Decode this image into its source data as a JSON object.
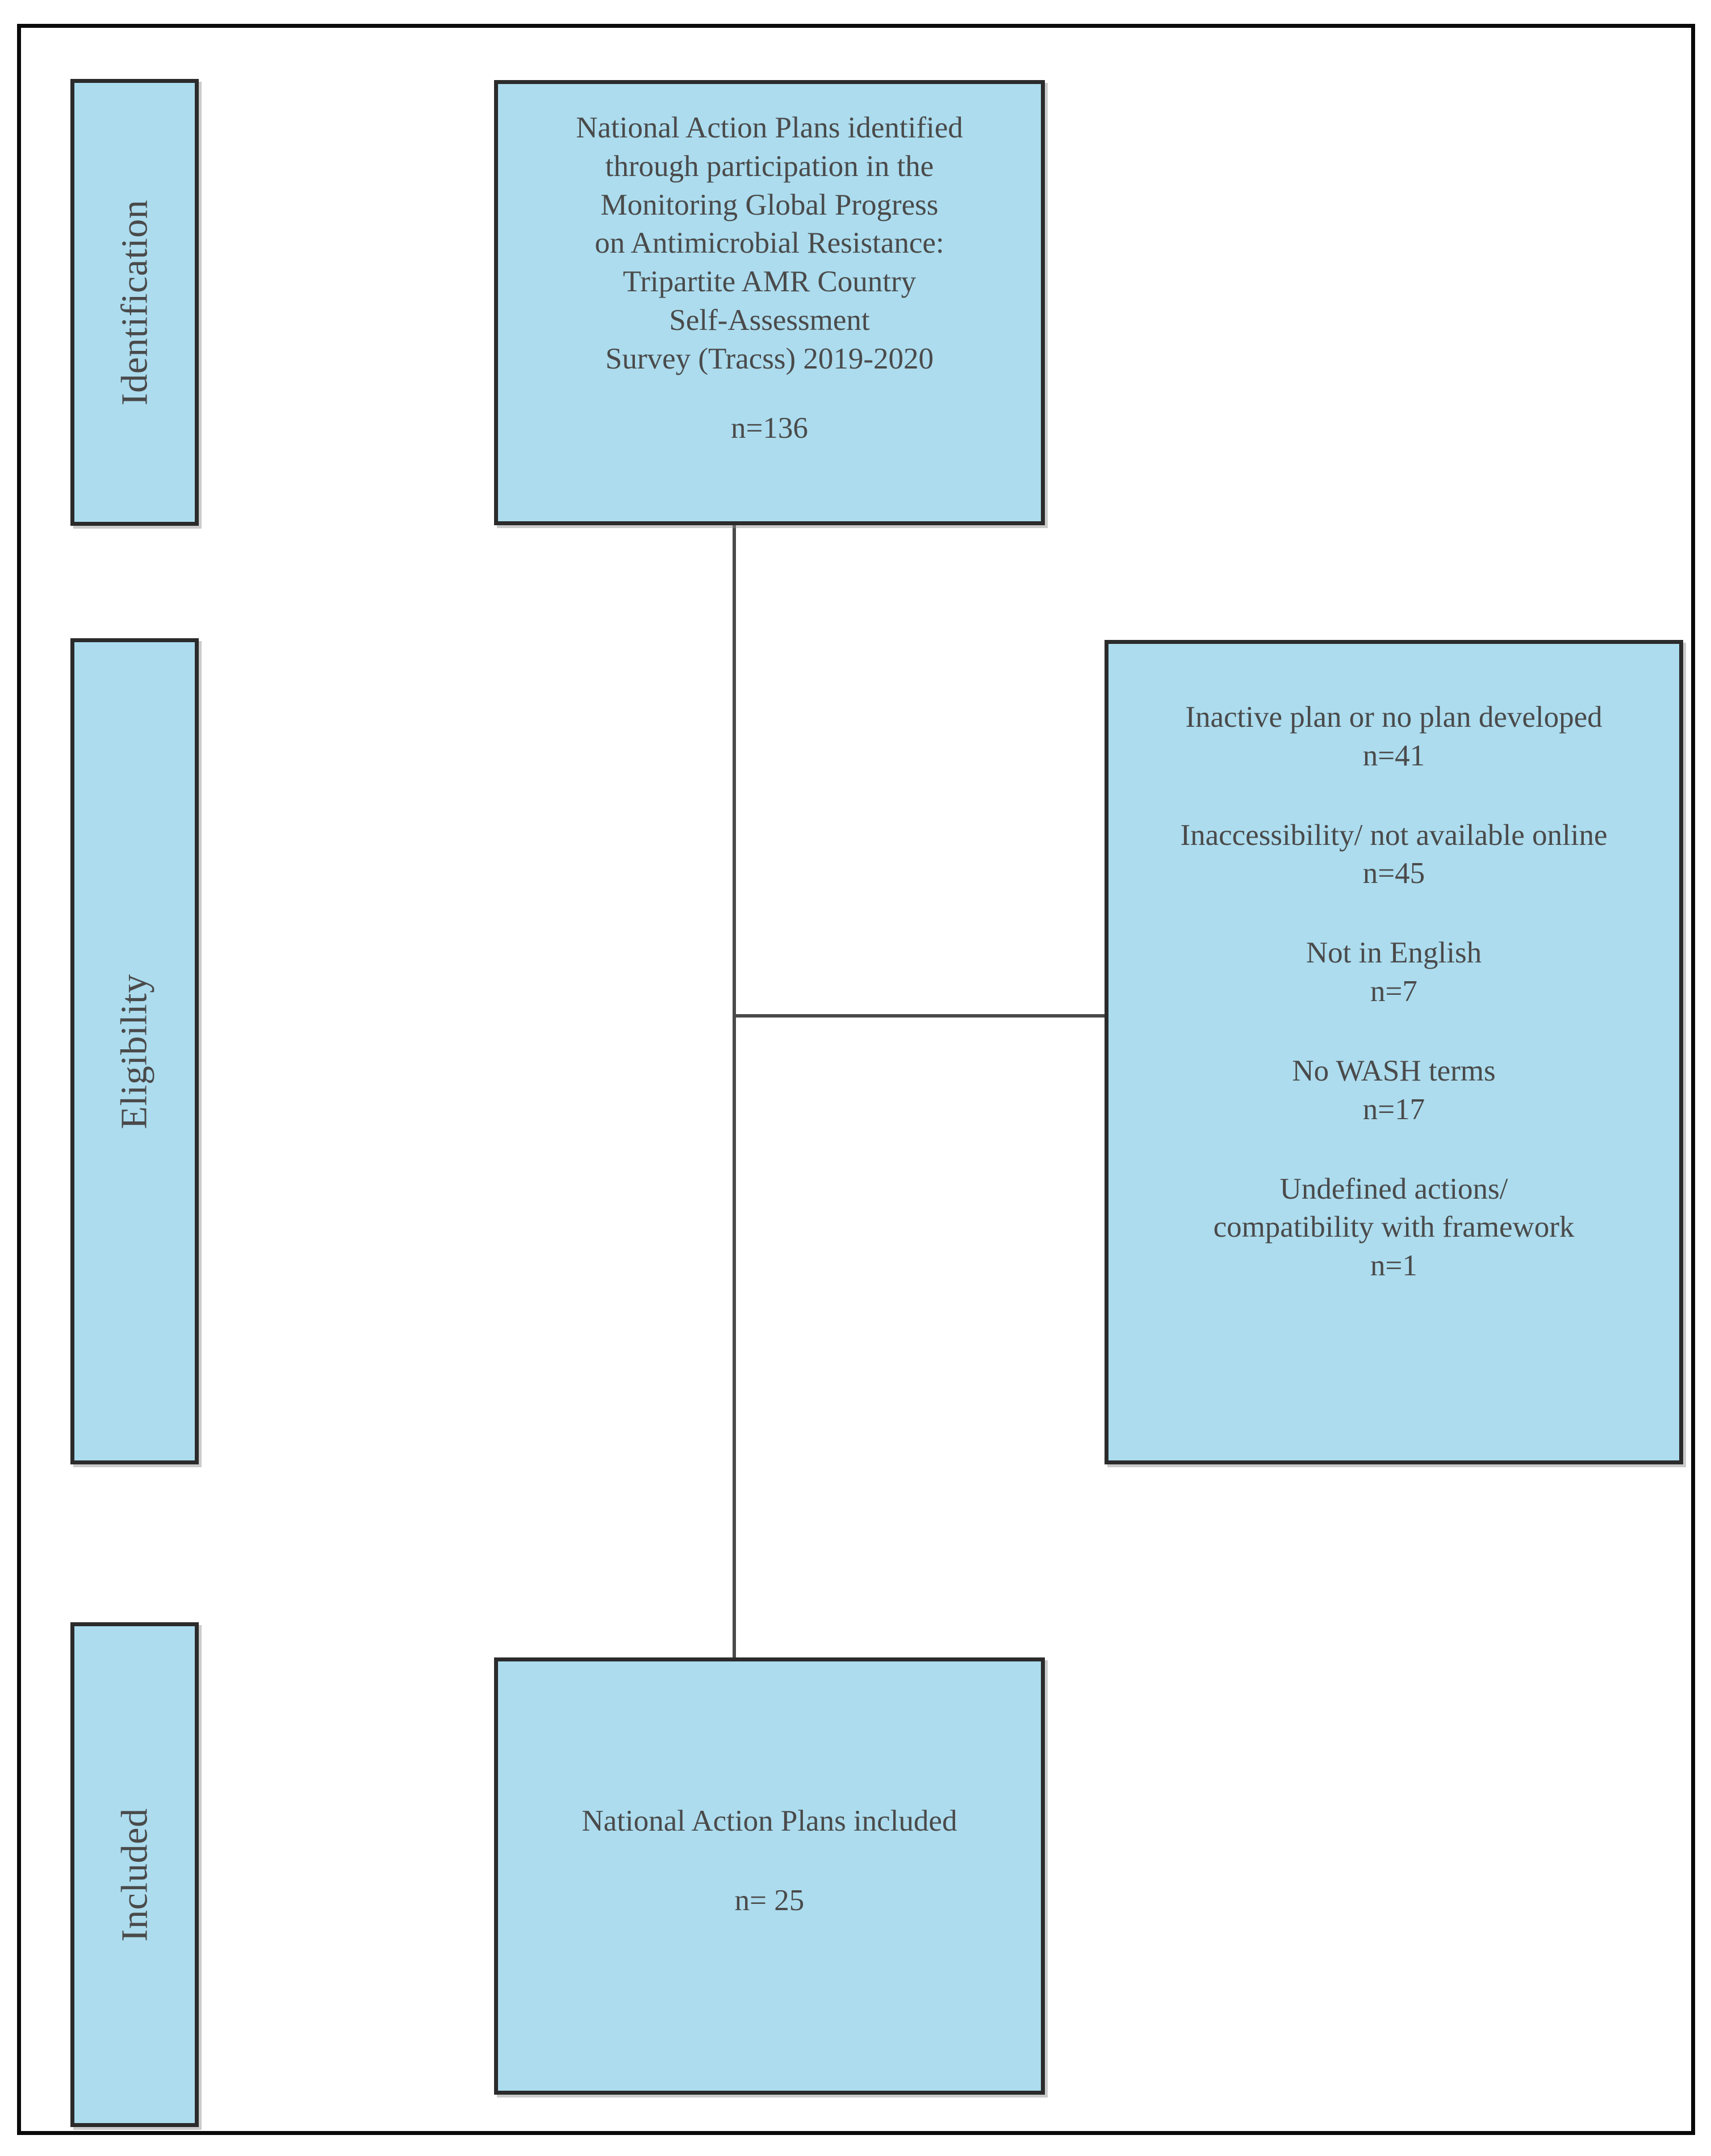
{
  "diagram": {
    "type": "prisma-flow-diagram",
    "accent_color": "#acdcee",
    "border_color": "#2b2b2b",
    "text_color": "#4a4a4a",
    "stages": [
      {
        "label": "Identification"
      },
      {
        "label": "Eligibility"
      },
      {
        "label": "Included"
      }
    ],
    "boxes": {
      "identified": {
        "text": "National Action Plans identified\nthrough participation in the\nMonitoring Global Progress\non Antimicrobial Resistance:\nTripartite AMR Country\nSelf-Assessment\nSurvey (Tracss) 2019-2020",
        "count": "n=136"
      },
      "excluded": {
        "items": [
          {
            "reason": "Inactive plan or no plan developed",
            "count": "n=41"
          },
          {
            "reason": "Inaccessibility/ not available online",
            "count": "n=45"
          },
          {
            "reason": "Not in English",
            "count": "n=7"
          },
          {
            "reason": "No WASH terms",
            "count": "n=17"
          },
          {
            "reason": "Undefined actions/\ncompatibility with framework",
            "count": "n=1"
          }
        ]
      },
      "included": {
        "text": "National Action Plans included",
        "count": "n= 25"
      }
    }
  },
  "chart_data": {
    "type": "table",
    "title": "PRISMA flow of National Action Plan selection",
    "categories": [
      "Identified (Tracss 2019-2020)",
      "Excluded: Inactive plan or no plan developed",
      "Excluded: Inaccessibility/ not available online",
      "Excluded: Not in English",
      "Excluded: No WASH terms",
      "Excluded: Undefined actions/ compatibility with framework",
      "Included"
    ],
    "values": [
      136,
      41,
      45,
      7,
      17,
      1,
      25
    ]
  }
}
